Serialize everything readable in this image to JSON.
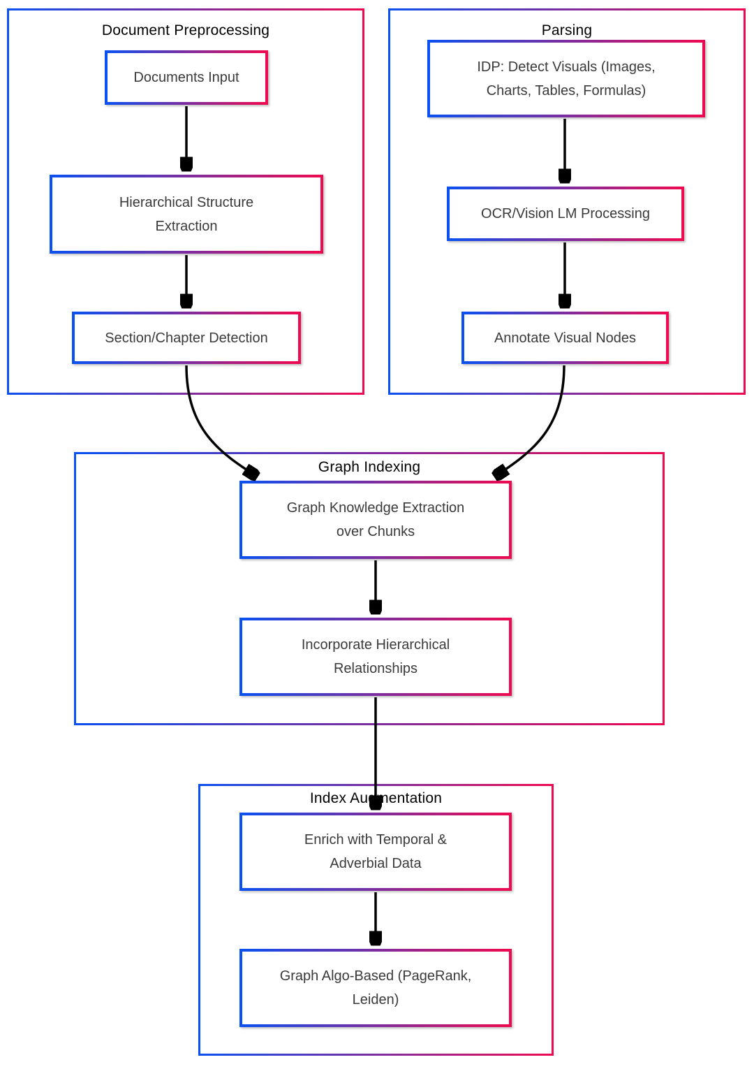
{
  "colors": {
    "gradient_start": "#0b50f0",
    "gradient_end": "#ee0a50",
    "arrow": "#000000",
    "node_text": "#3a3a3a",
    "title_text": "#000000"
  },
  "containers": [
    {
      "title": "Document Preprocessing",
      "nodes": [
        {
          "label": "Documents Input"
        },
        {
          "label": "Hierarchical Structure Extraction"
        },
        {
          "label": "Section/Chapter Detection"
        }
      ]
    },
    {
      "title": "Parsing",
      "nodes": [
        {
          "label": "IDP: Detect Visuals (Images, Charts, Tables, Formulas)"
        },
        {
          "label": "OCR/Vision LM Processing"
        },
        {
          "label": "Annotate Visual Nodes"
        }
      ]
    },
    {
      "title": "Graph Indexing",
      "nodes": [
        {
          "label": "Graph Knowledge Extraction over Chunks"
        },
        {
          "label": "Incorporate Hierarchical Relationships"
        }
      ]
    },
    {
      "title": "Index Augmentation",
      "nodes": [
        {
          "label": "Enrich with Temporal & Adverbial Data"
        },
        {
          "label": "Graph Algo-Based (PageRank, Leiden)"
        }
      ]
    }
  ],
  "edges": [
    {
      "from": "Documents Input",
      "to": "Hierarchical Structure Extraction"
    },
    {
      "from": "Hierarchical Structure Extraction",
      "to": "Section/Chapter Detection"
    },
    {
      "from": "Section/Chapter Detection",
      "to": "Graph Knowledge Extraction over Chunks"
    },
    {
      "from": "IDP: Detect Visuals (Images, Charts, Tables, Formulas)",
      "to": "OCR/Vision LM Processing"
    },
    {
      "from": "OCR/Vision LM Processing",
      "to": "Annotate Visual Nodes"
    },
    {
      "from": "Annotate Visual Nodes",
      "to": "Graph Knowledge Extraction over Chunks"
    },
    {
      "from": "Graph Knowledge Extraction over Chunks",
      "to": "Incorporate Hierarchical Relationships"
    },
    {
      "from": "Incorporate Hierarchical Relationships",
      "to": "Enrich with Temporal & Adverbial Data"
    },
    {
      "from": "Enrich with Temporal & Adverbial Data",
      "to": "Graph Algo-Based (PageRank, Leiden)"
    }
  ]
}
